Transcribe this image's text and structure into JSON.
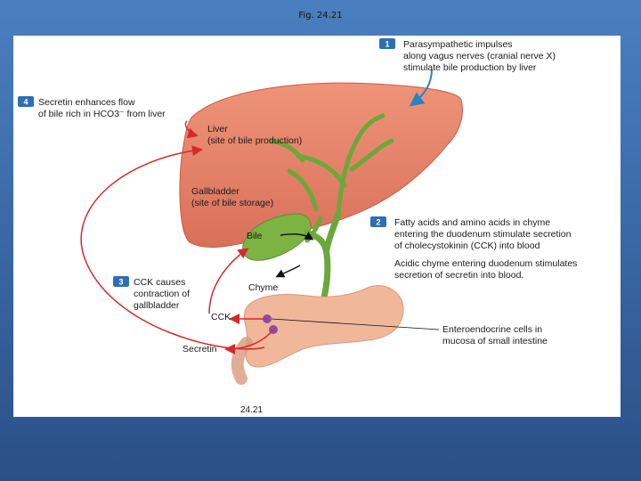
{
  "slide": {
    "title": "Fig. 24.21"
  },
  "figure": {
    "figure_number": "24.21",
    "steps": [
      {
        "number": "1",
        "lines": [
          "Parasympathetic impulses",
          "along vagus nerves (cranial nerve X)",
          "stimulate bile production by liver"
        ]
      },
      {
        "number": "2",
        "lines": [
          "Fatty acids and amino acids in chyme",
          "entering the duodenum stimulate secretion",
          "of cholecystokinin (CCK) into blood",
          "Acidic chyme entering duodenum stimulates",
          "secretion of secretin into blood."
        ]
      },
      {
        "number": "3",
        "lines": [
          "CCK causes",
          "contraction of",
          "gallbladder"
        ]
      },
      {
        "number": "4",
        "lines": [
          "Secretin enhances flow",
          "of bile rich in HCO3⁻ from liver"
        ]
      }
    ],
    "labels": {
      "liver": [
        "Liver",
        "(site of bile production)"
      ],
      "gallbladder": [
        "Gallbladder",
        "(site of bile storage)"
      ],
      "bile": "Bile",
      "chyme": "Chyme",
      "cck": "CCK",
      "secretin": "Secretin",
      "enteroendocrine": [
        "Enteroendocrine cells in",
        "mucosa of small intestine"
      ]
    },
    "colors": {
      "liver": "#e9826a",
      "liver_dark": "#c9624e",
      "gallbladder": "#7cb342",
      "duct": "#6aa83a",
      "duodenum": "#f0b79a",
      "badge": "#2e6fb3",
      "arrow_red": "#d42a2a",
      "arrow_blue": "#2f7fc7",
      "cell_dots": "#8e4aa8"
    }
  }
}
